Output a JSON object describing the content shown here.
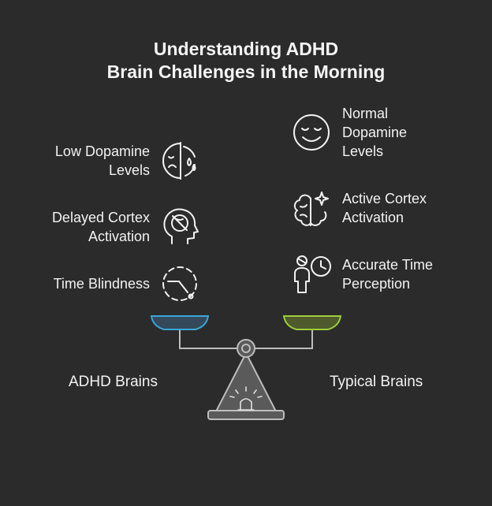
{
  "title": {
    "line1": "Understanding ADHD",
    "line2": "Brain Challenges in the Morning"
  },
  "adhd_factors": [
    {
      "line1": "Low Dopamine",
      "line2": "Levels",
      "icon": "sad-face-half-icon"
    },
    {
      "line1": "Delayed Cortex",
      "line2": "Activation",
      "icon": "head-brain-crossed-icon"
    },
    {
      "line1": "Time Blindness",
      "icon": "dashed-clock-icon"
    }
  ],
  "typical_factors": [
    {
      "line1": "Normal",
      "line2": "Dopamine",
      "line3": "Levels",
      "icon": "happy-face-icon"
    },
    {
      "line1": "Active Cortex",
      "line2": "Activation",
      "icon": "brain-sparkle-icon"
    },
    {
      "line1": "Accurate Time",
      "line2": "Perception",
      "icon": "person-clock-icon"
    }
  ],
  "scale": {
    "left_label": "ADHD Brains",
    "right_label": "Typical Brains",
    "left_pan_color": "#3aa6d8",
    "right_pan_color": "#9ccc3c"
  }
}
